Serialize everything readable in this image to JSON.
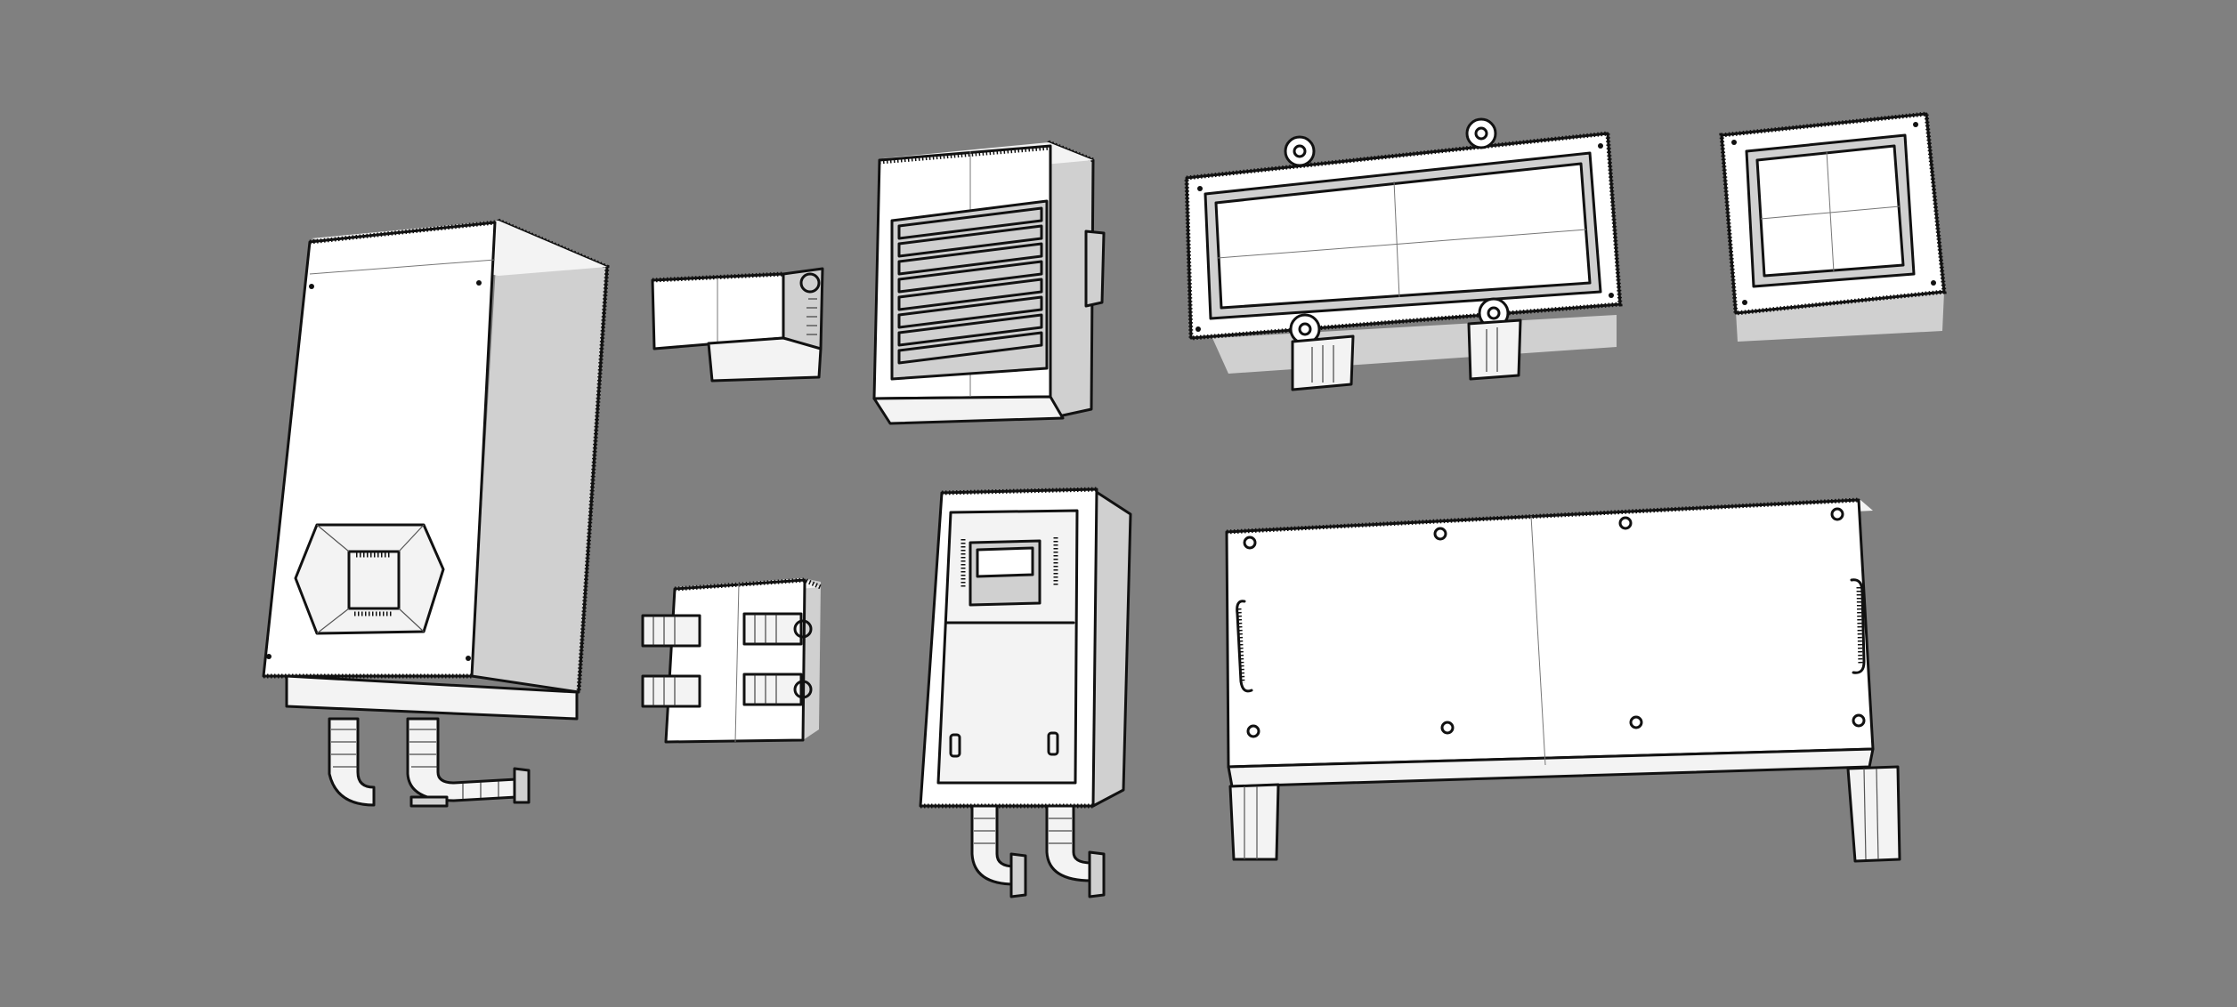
{
  "scene": {
    "background_color": "#808080",
    "render_style": "white clay wireframe",
    "objects": [
      {
        "name": "tall-electrical-cabinet"
      },
      {
        "name": "small-bracket-box"
      },
      {
        "name": "louvered-vent-box"
      },
      {
        "name": "wide-frame-panel"
      },
      {
        "name": "square-frame-panel"
      },
      {
        "name": "pipe-connector-block"
      },
      {
        "name": "meter-cabinet"
      },
      {
        "name": "long-bench-panel"
      }
    ]
  }
}
